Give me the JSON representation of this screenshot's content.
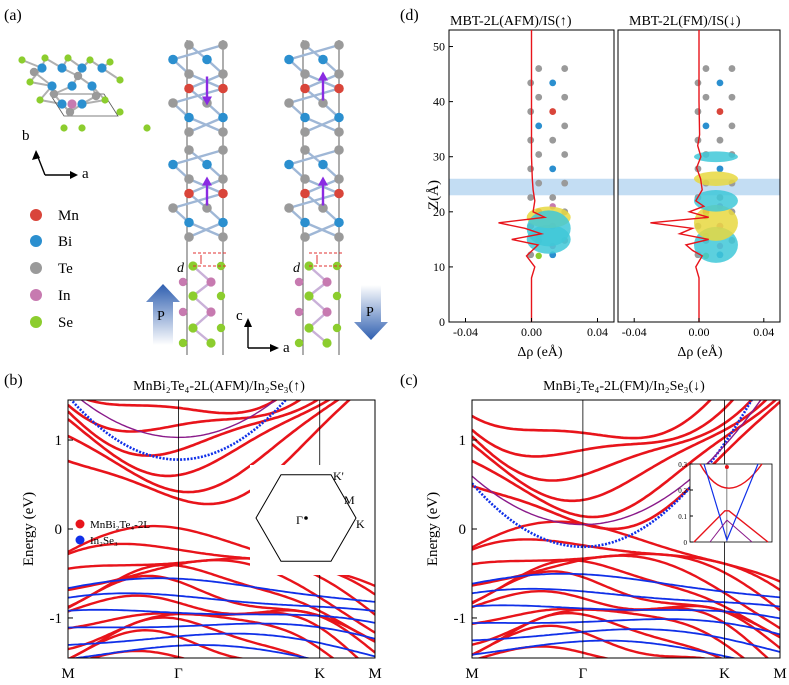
{
  "panels": {
    "a": {
      "label": "(a)",
      "axes_top": {
        "b": "b",
        "a": "a"
      },
      "axes_bottom": {
        "c": "c",
        "a": "a"
      },
      "legend": [
        {
          "name": "Mn",
          "color": "#d9453a"
        },
        {
          "name": "Bi",
          "color": "#2b8fcf"
        },
        {
          "name": "Te",
          "color": "#9a9a9a"
        },
        {
          "name": "In",
          "color": "#c77ab0"
        },
        {
          "name": "Se",
          "color": "#8ccd2e"
        }
      ],
      "polarization_label": "P",
      "interlayer_label": "d",
      "arrow_colors": {
        "spin": "#8a2be2",
        "polar": "#2f5fb0"
      }
    },
    "d": {
      "label": "(d)",
      "left_title": "MBT-2L(AFM)/IS(↑)",
      "right_title": "MBT-2L(FM)/IS(↓)",
      "ylabel": "Z(Å)",
      "xlabel": "Δρ (eÅ)",
      "band_color": "#bcd9f2"
    },
    "b": {
      "label": "(b)",
      "title": "MnBi₂Te₄-2L(AFM)/In₂Se₃(↑)",
      "legend": [
        {
          "name": "MnBi₂Te₄-2L",
          "color": "#e8141b"
        },
        {
          "name": "In₂Se₃",
          "color": "#1030e8"
        }
      ],
      "bz_labels": {
        "gamma": "Γ",
        "k": "K",
        "kp": "K'",
        "m": "M"
      }
    },
    "c": {
      "label": "(c)",
      "title": "MnBi₂Te₄-2L(FM)/In₂Se₃(↓)",
      "inset_ticks": [
        "0.3",
        "0.2",
        "0.1",
        "0"
      ]
    }
  },
  "chart_data": [
    {
      "type": "line",
      "title": "MBT-2L(AFM)/IS(↑)",
      "xlabel": "Δρ (eÅ)",
      "ylabel": "Z(Å)",
      "xlim": [
        -0.05,
        0.05
      ],
      "ylim": [
        0,
        53
      ],
      "x_ticks": [
        "-0.04",
        "0.00",
        "0.04"
      ],
      "y_ticks": [
        "0",
        "10",
        "20",
        "30",
        "40",
        "50"
      ],
      "series": [
        {
          "z": [
            0,
            8,
            10,
            12,
            14,
            15,
            16,
            17,
            18,
            19,
            20,
            22,
            24,
            26,
            30,
            40,
            53
          ],
          "drho": [
            0,
            0,
            0.002,
            -0.003,
            0.004,
            -0.012,
            0.006,
            -0.004,
            -0.02,
            0.008,
            0.001,
            0.002,
            0.001,
            0.0005,
            0,
            0,
            0
          ]
        }
      ],
      "highlight_band_z": [
        23,
        26
      ]
    },
    {
      "type": "line",
      "title": "MBT-2L(FM)/IS(↓)",
      "xlabel": "Δρ (eÅ)",
      "xlim": [
        -0.05,
        0.05
      ],
      "ylim": [
        0,
        53
      ],
      "x_ticks": [
        "-0.04",
        "0.00",
        "0.04"
      ],
      "series": [
        {
          "z": [
            0,
            8,
            10,
            12,
            13,
            14,
            15,
            16,
            17,
            18,
            19,
            20,
            21,
            22,
            24,
            26,
            28,
            30,
            32,
            34,
            40,
            53
          ],
          "drho": [
            0,
            0,
            -0.002,
            0.002,
            -0.004,
            -0.008,
            0.006,
            -0.012,
            -0.004,
            -0.03,
            0.006,
            -0.006,
            0.003,
            -0.002,
            0.002,
            0.001,
            -0.0015,
            0.0012,
            -0.0008,
            0.0004,
            0,
            0
          ]
        }
      ],
      "highlight_band_z": [
        23,
        26
      ]
    },
    {
      "type": "line",
      "title": "MnBi₂Te₄-2L(AFM)/In₂Se₃(↑)",
      "ylabel": "Energy (eV)",
      "categories": [
        "M",
        "Γ",
        "K",
        "M"
      ],
      "y_ticks": [
        "1",
        "0",
        "-1"
      ],
      "ylim": [
        -1.45,
        1.45
      ],
      "band_edges": {
        "conduction_min": 0.35,
        "valence_max": -0.05,
        "in2se3_cb_min": 0.78
      }
    },
    {
      "type": "line",
      "title": "MnBi₂Te₄-2L(FM)/In₂Se₃(↓)",
      "ylabel": "Energy (eV)",
      "categories": [
        "M",
        "Γ",
        "K",
        "M"
      ],
      "y_ticks": [
        "1",
        "0",
        "-1"
      ],
      "ylim": [
        -1.45,
        1.45
      ],
      "band_edges": {
        "conduction_min": 0.12,
        "in2se3_cb_min": -0.2
      }
    }
  ]
}
